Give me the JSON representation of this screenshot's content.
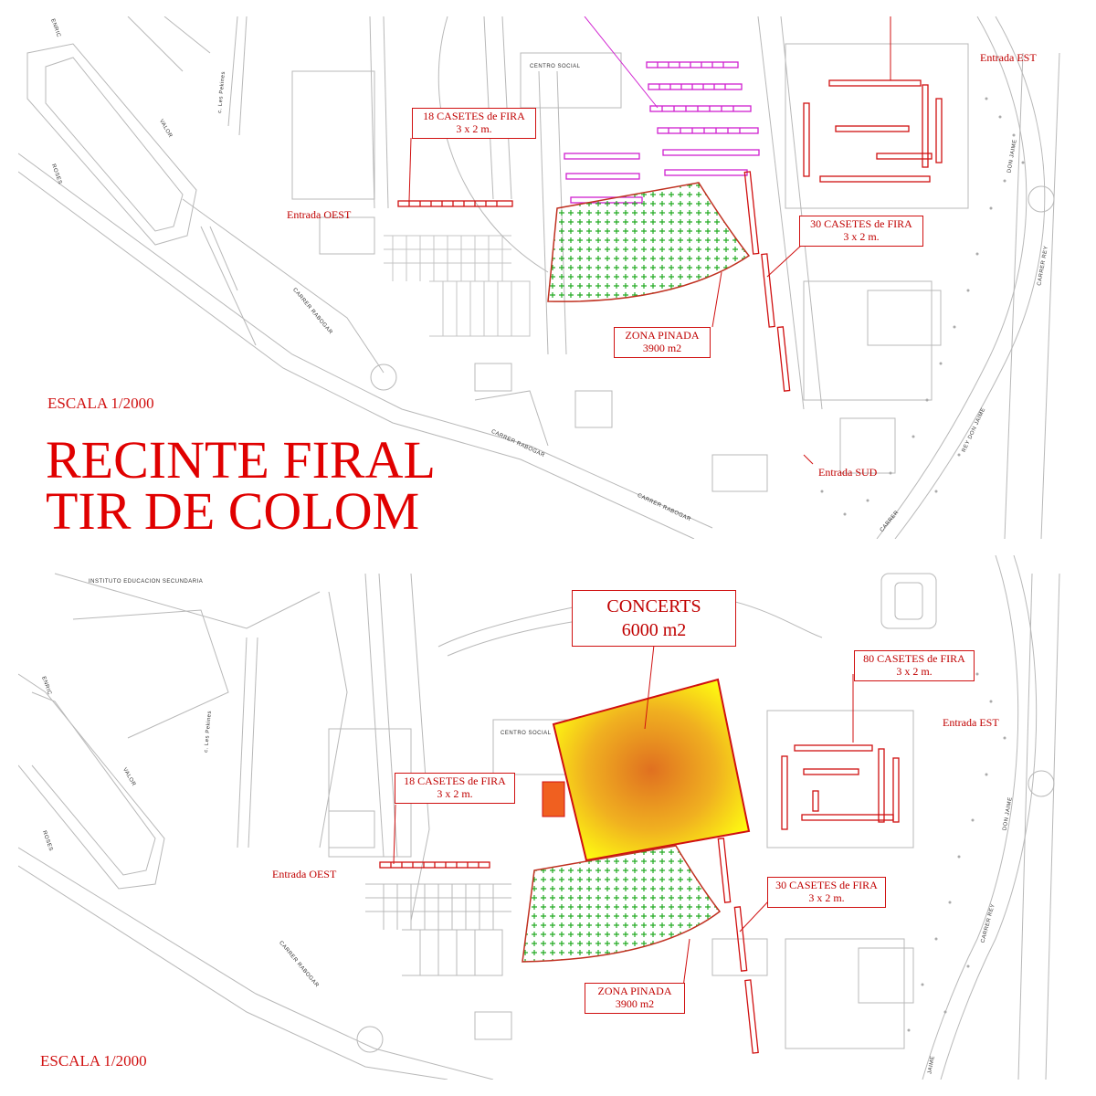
{
  "top": {
    "scale": "ESCALA 1/2000",
    "title_line1": "RECINTE FIRAL",
    "title_line2": "TIR DE COLOM",
    "entrance_west": "Entrada OEST",
    "entrance_east": "Entrada EST",
    "entrance_south": "Entrada SUD",
    "stalls_west": {
      "line1": "18 CASETES de FIRA",
      "line2": "3 x 2 m."
    },
    "stalls_south": {
      "line1": "30 CASETES de FIRA",
      "line2": "3 x 2 m."
    },
    "pine_zone": {
      "line1": "ZONA PINADA",
      "line2": "3900 m2"
    },
    "streets": {
      "valor": "VALOR",
      "rosas": "ROSES",
      "pekines": "c. Les Pekines",
      "rangobar1": "CARRER RABOGAR",
      "rangobar2": "CARRER RABOGAR",
      "rangobar3": "CARRER RABOGAR",
      "don_jaime": "DON JAIME",
      "rey": "CARRER REY",
      "rey_don_jaime": "REY DON JAIME",
      "carrer": "CARRER",
      "central": "CENTRO SOCIAL",
      "enric": "ENRIC"
    }
  },
  "bottom": {
    "scale": "ESCALA 1/2000",
    "school": "INSTITUTO EDUCACION SECUNDARIA",
    "concerts": {
      "line1": "CONCERTS",
      "line2": "6000 m2"
    },
    "entrance_west": "Entrada OEST",
    "entrance_east": "Entrada EST",
    "stalls_west": {
      "line1": "18 CASETES de FIRA",
      "line2": "3 x 2 m."
    },
    "stalls_south": {
      "line1": "30 CASETES de FIRA",
      "line2": "3 x 2 m."
    },
    "stalls_east": {
      "line1": "80 CASETES de FIRA",
      "line2": "3 x 2 m."
    },
    "pine_zone": {
      "line1": "ZONA PINADA",
      "line2": "3900 m2"
    },
    "streets": {
      "valor": "VALOR",
      "rosas": "ROSES",
      "pekines": "c. Les Pekines",
      "rangobar": "CARRER RABOGAR",
      "don_jaime": "DON JAIME",
      "rey": "CARRER REY",
      "jaime": "JAIME",
      "central": "CENTRO SOCIAL",
      "enric": "ENRIC"
    }
  },
  "colors": {
    "label_red": "#c00000",
    "stall_red": "#d01010",
    "stall_magenta": "#d020d0",
    "pine_green": "#22aa22",
    "concert_center": "#e07020",
    "concert_edge": "#ffff10"
  }
}
